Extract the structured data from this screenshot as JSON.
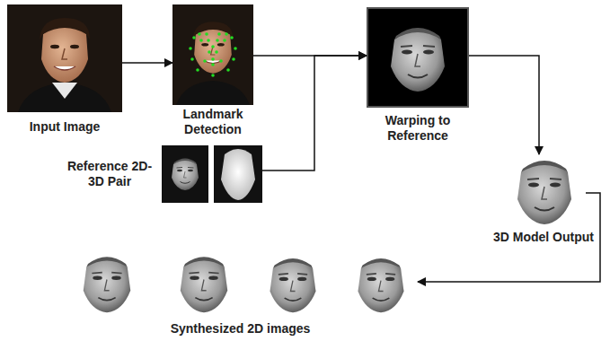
{
  "diagram": {
    "nodes": [
      {
        "text": [
          "Input Image"
        ]
      },
      {
        "text": [
          "Landmark Detection"
        ]
      },
      {
        "text": [
          "Reference 2D-3D Pair"
        ]
      },
      {
        "text": [
          "Warping to Reference"
        ]
      },
      {
        "text": [
          "3D Model Output"
        ]
      },
      {
        "text": [
          "Synthesized 2D images"
        ]
      }
    ],
    "edges": [
      {
        "from": 0,
        "to": 1,
        "arrow": "to"
      },
      {
        "from": 1,
        "to": 3,
        "arrow": "to"
      },
      {
        "from": 2,
        "to": 3,
        "arrow": "to"
      },
      {
        "from": 3,
        "to": 4,
        "arrow": "to"
      },
      {
        "from": 4,
        "to": 5,
        "arrow": "to"
      }
    ]
  }
}
